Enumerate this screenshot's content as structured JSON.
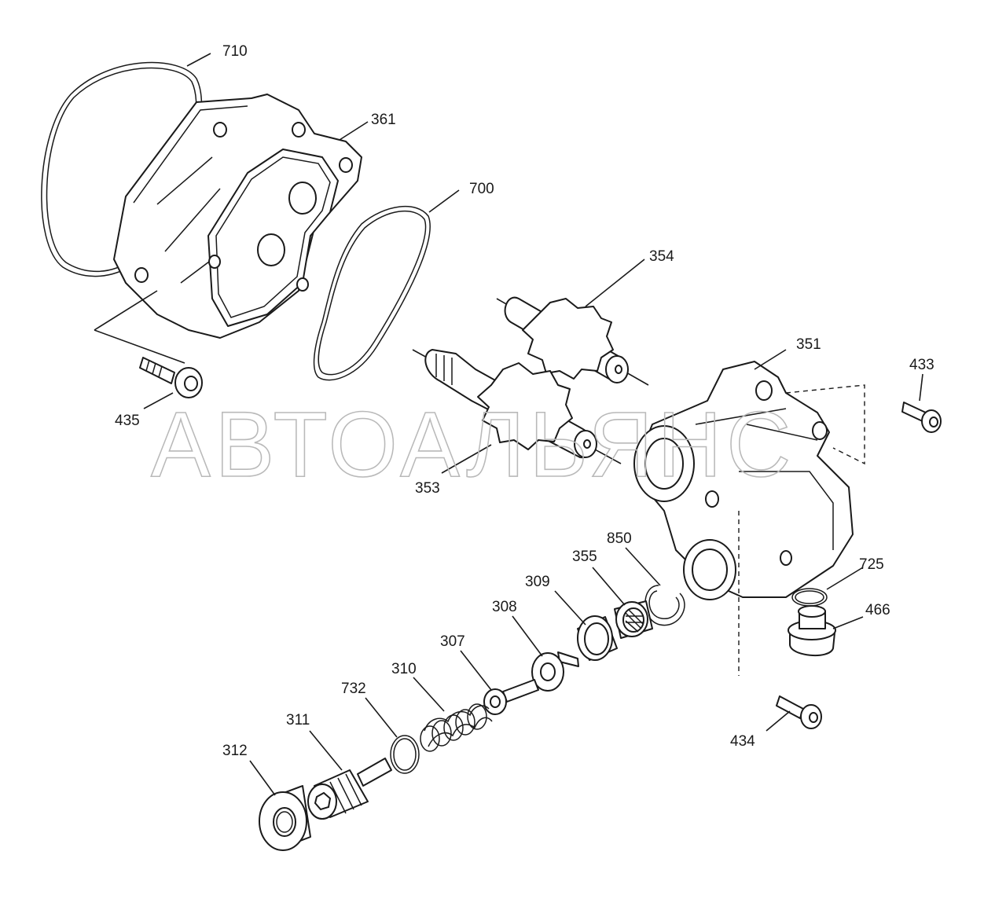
{
  "watermark": "АВТОАЛЬЯНС",
  "callouts": {
    "p710": "710",
    "p361": "361",
    "p700": "700",
    "p354": "354",
    "p351": "351",
    "p433": "433",
    "p435": "435",
    "p353": "353",
    "p850": "850",
    "p355": "355",
    "p309": "309",
    "p308": "308",
    "p725": "725",
    "p466": "466",
    "p307": "307",
    "p310": "310",
    "p732": "732",
    "p311": "311",
    "p312": "312",
    "p434": "434"
  }
}
